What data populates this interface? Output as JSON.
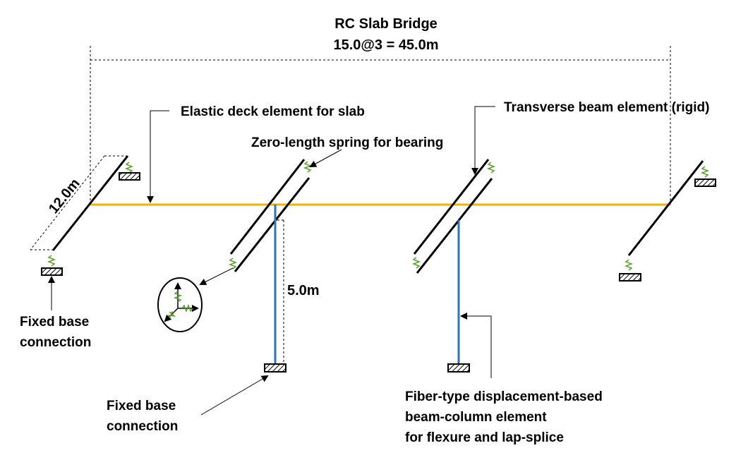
{
  "title": {
    "line1": "RC Slab Bridge",
    "line2": "15.0@3 = 45.0m"
  },
  "labels": {
    "elastic_deck": "Elastic deck element for slab",
    "transverse_beam": "Transverse beam element (rigid)",
    "zero_length_spring": "Zero-length spring for bearing",
    "width_dim": "12.0m",
    "height_dim": "5.0m",
    "fixed_base_left_1": "Fixed base",
    "fixed_base_left_2": "connection",
    "fixed_base_mid_1": "Fixed base",
    "fixed_base_mid_2": "connection",
    "fiber_1": "Fiber-type displacement-based",
    "fiber_2": "beam-column element",
    "fiber_3": "for flexure and lap-splice"
  },
  "colors": {
    "deck": "#f0b400",
    "column": "#2e75b6",
    "spring": "#5aa02c",
    "line": "#000000"
  }
}
